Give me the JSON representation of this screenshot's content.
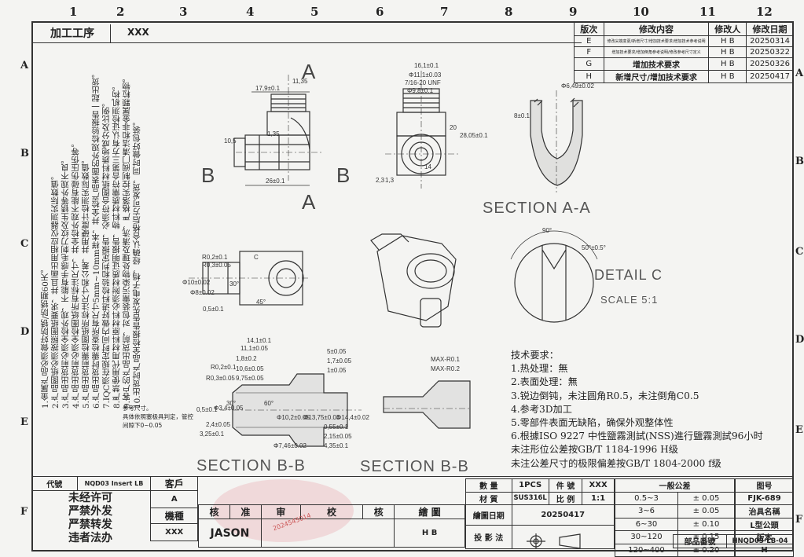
{
  "columns": [
    "1",
    "2",
    "3",
    "4",
    "5",
    "6",
    "7",
    "8",
    "9",
    "10",
    "11",
    "12"
  ],
  "rows_left": [
    "A",
    "B",
    "C",
    "D",
    "E",
    "F"
  ],
  "rows_right": [
    "A",
    "B",
    "C",
    "D",
    "E",
    "F"
  ],
  "process": {
    "label": "加工工序",
    "value": "XXX"
  },
  "revision": {
    "headers": [
      "版次",
      "修改内容",
      "修改人",
      "修改日期"
    ],
    "rows": [
      {
        "ver": "E",
        "content": "修改尖端变更/新增尺寸/增加技术要求/增加技术参考说明",
        "by": "H B",
        "date": "20250314"
      },
      {
        "ver": "F",
        "content": "增加技术要求/增加倒角参考说明/修改参考尺寸定义",
        "by": "H B",
        "date": "20250322"
      },
      {
        "ver": "G",
        "content": "增加技术要求",
        "by": "H B",
        "date": "20250326"
      },
      {
        "ver": "H",
        "content": "新增尺寸/增加技术要求",
        "by": "H B",
        "date": "20250417"
      }
    ]
  },
  "vertical_notes": [
    "1.金属产品必须做好防锈/防锈期60天。",
    "2.产品图纸必须按照图纸要求，并且画出用相应仪器测实际数值。",
    "3.产品出货前必须全检外观，不能有手感毛刺刀纹及生锈等外观不良。",
    "4.产品出货前必须全检图纸所有标注尺寸，并全检外观不能有碰伤压伤等。",
    "5.产品出货前需检图纸所标注尺寸和公差，并用硬度计检测实际数值。",
    "6.产品出货时需检查所有尺寸5mm~10mm样本，并全检产品表面的外观检验报告一起出货。",
    "7.IQC须在规定时间内做好进料检验和判定报告，必须符合图纸材料质地成分及比例。",
    "8.严禁使用代用材料原材料必须附材质证明报告，物料材质需符合第三方有认证检测机构。",
    "9.客户的产品出货前，对包装需污染物处理及清洗，严格落实控制阀门清洁和非金属颗粒物。",
    "10.出货时产品全检报告告先发电子档，经确认合格后方可发货，同时做好包装。"
  ],
  "views": {
    "dims_top_left": [
      "17,9±0.1",
      "11,35",
      "10,5",
      "26±0.1",
      "1,35"
    ],
    "section_letters": [
      "A",
      "A",
      "B",
      "B"
    ],
    "dims_top_mid": [
      "16,1±0.1",
      "Φ11,1±0.03",
      "7/16-20 UNF",
      "Φ9,8±0.1",
      "20",
      "28,05±0.1",
      "2,3",
      "1,3",
      "14"
    ],
    "dims_aa": [
      "Φ6,49±0.02",
      "8±0.1"
    ],
    "section_aa": "SECTION A-A",
    "detail_c": "DETAIL C",
    "detail_scale": "SCALE 5:1",
    "detail_dims": [
      "90°",
      "50°±0.5°"
    ],
    "dims_mid_left": [
      "R0,2±0.1",
      "R0,3±0.05",
      "Φ10±0.02",
      "Φ8±0.02",
      "30°",
      "0,5±0.1",
      "45°",
      "C"
    ],
    "dims_bb_left": [
      "14,1±0.1",
      "11,1±0.05",
      "1,8±0.2",
      "10,6±0.05",
      "9,75±0.05",
      "R0,2±0.1",
      "R0,3±0.05",
      "5±0.05",
      "1,7±0.05",
      "1±0.05",
      "Φ3,4±0.05",
      "Φ10,2±0.05",
      "Φ13,75±0.03",
      "Φ14,4±0.02",
      "0,55±0.1",
      "2,15±0.05",
      "4,35±0.1",
      "Φ7,46±0.02",
      "3,25±0.1",
      "2,4±0.05",
      "30°",
      "60°",
      "0,5±0.1",
      "MAX-R0.1",
      "MAX-R0.2"
    ],
    "ref_note_title": "参考尺寸。",
    "ref_note_body": "具体依照塞极具判定，管控间隙下0~0.05",
    "section_bb_1": "SECTION B-B",
    "section_bb_2": "SECTION B-B"
  },
  "tech": {
    "title": "技术要求：",
    "items": [
      "1.热处理：無",
      "2.表面处理：無",
      "3.锐边倒钝，未注圆角R0.5，未注倒角C0.5",
      "4.参考3D加工",
      "5.零部件表面无缺陷，确保外观整体性",
      "6.根據ISO 9227 中性鹽霧測試(NSS)進行鹽霧測試96小时",
      "未注形位公差按GB/T 1184-1996 H级",
      "未注公差尺寸的极限偏差按GB/T 1804-2000 f级"
    ]
  },
  "title_block": {
    "code_label": "代號",
    "code_value": "NQD03 Insert LB",
    "customer_label": "客戶",
    "customer_value": "A",
    "model_label": "機種",
    "model_value": "XXX",
    "warnings": [
      "未经许可",
      "严禁外发",
      "严禁转发",
      "违者法办"
    ],
    "check_label": "核",
    "approve_label": "准",
    "check2_label": "核",
    "draw_label": "繪",
    "draw_label2": "圖",
    "review_label": "审",
    "proof_label": "校",
    "designer": "JASON",
    "drafter": "H B",
    "qty_label": "數 量",
    "qty_value": "1PCS",
    "part_label": "件 號",
    "part_value": "XXX",
    "material_label": "材 質",
    "material_value": "SUS316L",
    "scale_label": "比 例",
    "scale_value": "1:1",
    "date_label": "繪圖日期",
    "date_value": "20250417",
    "proj_label": "投 影 法",
    "tol_title": "一般公差",
    "tol_rows": [
      {
        "range": "0.5~3",
        "tol": "± 0.05"
      },
      {
        "range": "3~6",
        "tol": "± 0.05"
      },
      {
        "range": "6~30",
        "tol": "± 0.10"
      },
      {
        "range": "30~120",
        "tol": "± 0.15"
      },
      {
        "range": "120~400",
        "tol": "± 0.20"
      }
    ],
    "drawing_no_label": "图号",
    "drawing_no_value": "FJK-689",
    "tool_label": "治具名稱",
    "tool_value": "L型公頭",
    "version_label": "版本",
    "version_value": "H",
    "partno_label": "部品番號",
    "partno_value": "HNQD03-LB-04",
    "stamp_text": "2024545014"
  }
}
